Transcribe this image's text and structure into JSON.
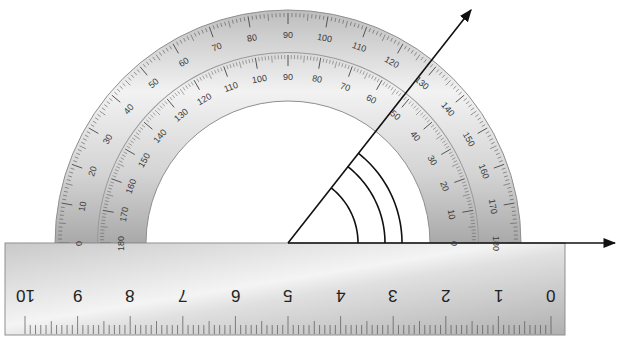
{
  "diagram": {
    "labels": [
      "0",
      "10",
      "20",
      "30",
      "40",
      "50",
      "60",
      "70",
      "80",
      "90",
      "100",
      "110",
      "120",
      "130",
      "140",
      "150",
      "160",
      "170",
      "180",
      "180",
      "170",
      "160",
      "150",
      "140",
      "130",
      "120",
      "110",
      "100",
      "90",
      "80",
      "70",
      "60",
      "50",
      "40",
      "30",
      "20",
      "10",
      "0",
      "10",
      "9",
      "8",
      "7",
      "6",
      "5",
      "4",
      "3",
      "2",
      "1",
      "0"
    ]
  }
}
